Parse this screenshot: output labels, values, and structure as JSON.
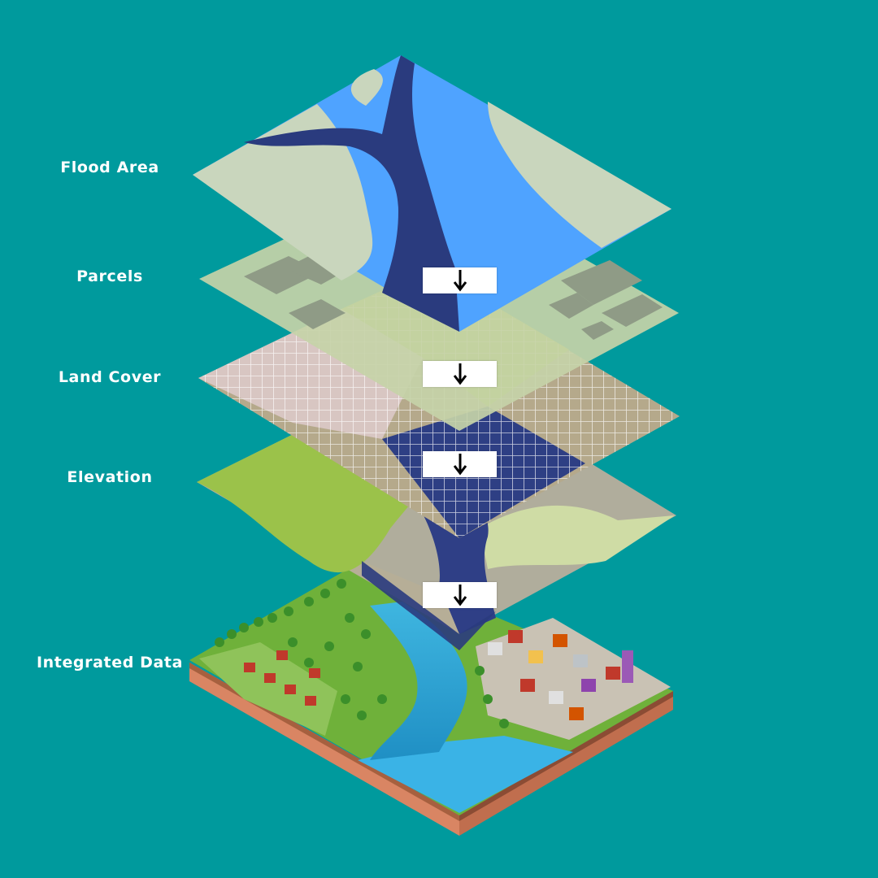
{
  "layers": [
    {
      "label": "Flood Area"
    },
    {
      "label": "Parcels"
    },
    {
      "label": "Land Cover"
    },
    {
      "label": "Elevation"
    },
    {
      "label": "Integrated Data"
    }
  ],
  "flow_arrows": [
    {
      "direction": "down",
      "icon": "down-arrow-icon"
    },
    {
      "direction": "down",
      "icon": "down-arrow-icon"
    },
    {
      "direction": "down",
      "icon": "down-arrow-icon"
    },
    {
      "direction": "down",
      "icon": "down-arrow-icon"
    }
  ],
  "colors": {
    "background": "#009a9d",
    "label_text": "#ffffff",
    "water_deep": "#2a3b7e",
    "water_light": "#4fa3ff",
    "land_pale": "#c9d6bd",
    "grass": "#9ac24a",
    "soil": "#c98e6c"
  }
}
